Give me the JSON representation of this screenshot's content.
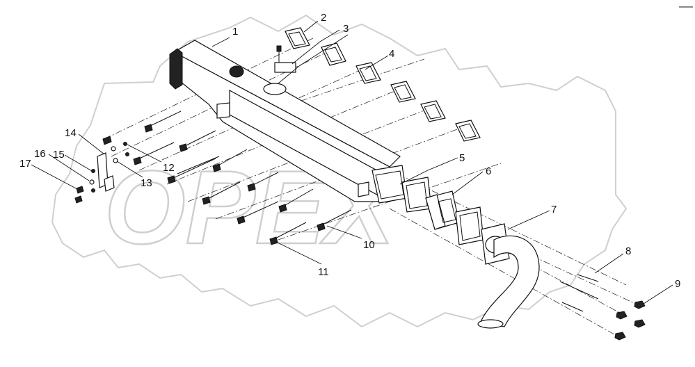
{
  "watermark": {
    "text": "OPEX"
  },
  "callouts": [
    {
      "id": "1",
      "label": "1"
    },
    {
      "id": "2",
      "label": "2"
    },
    {
      "id": "3",
      "label": "3"
    },
    {
      "id": "4",
      "label": "4"
    },
    {
      "id": "5",
      "label": "5"
    },
    {
      "id": "6",
      "label": "6"
    },
    {
      "id": "7",
      "label": "7"
    },
    {
      "id": "8",
      "label": "8"
    },
    {
      "id": "9",
      "label": "9"
    },
    {
      "id": "10",
      "label": "10"
    },
    {
      "id": "11",
      "label": "11"
    },
    {
      "id": "12",
      "label": "12"
    },
    {
      "id": "13",
      "label": "13"
    },
    {
      "id": "14",
      "label": "14"
    },
    {
      "id": "15",
      "label": "15"
    },
    {
      "id": "16",
      "label": "16"
    },
    {
      "id": "17",
      "label": "17"
    }
  ]
}
